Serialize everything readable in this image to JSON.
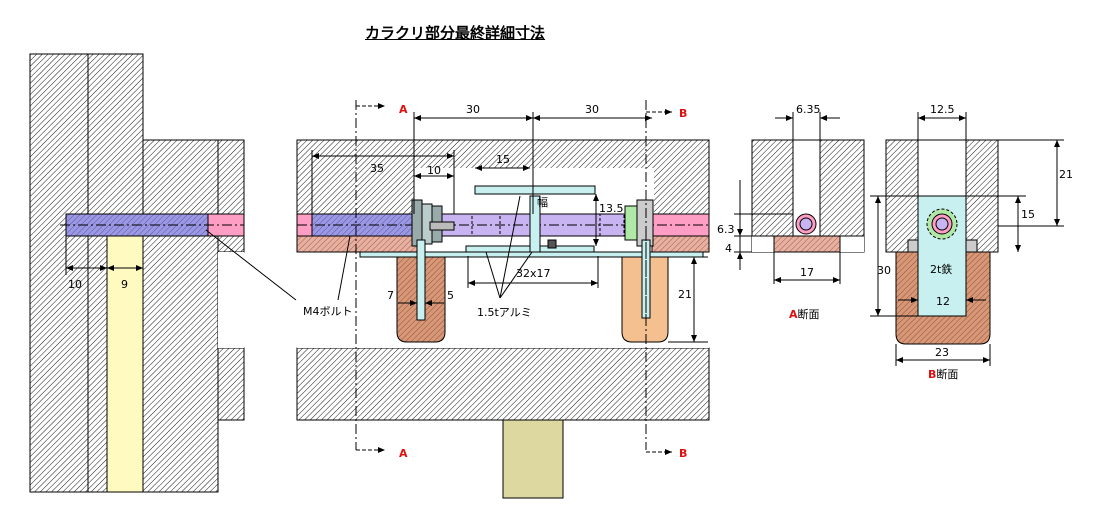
{
  "title": "カラクリ部分最終詳細寸法",
  "section_markers": {
    "a": "A",
    "b": "B"
  },
  "left_view": {
    "dim_left": "10",
    "dim_right": "9"
  },
  "center_view": {
    "dim_30_left": "30",
    "dim_30_right": "30",
    "dim_35": "35",
    "dim_10": "10",
    "dim_15": "15",
    "label_width": "幅",
    "dim_13_5": "13.5",
    "dim_32x17": "32x17",
    "dim_21": "21",
    "dim_7": "7",
    "dim_5": "5",
    "label_bolt": "M4ボルト",
    "label_aluminum": "1.5tアルミ"
  },
  "section_a": {
    "dim_6_35": "6.35",
    "dim_6_3": "6.3",
    "dim_4": "4",
    "dim_17": "17",
    "caption_letter": "A",
    "caption_text": "断面"
  },
  "section_b": {
    "dim_12_5": "12.5",
    "dim_21": "21",
    "dim_15": "15",
    "dim_30": "30",
    "label_steel": "2t鉄",
    "dim_12": "12",
    "dim_23": "23",
    "caption_letter": "B",
    "caption_text": "断面"
  },
  "colors": {
    "hatch": "#000000",
    "pink_rod": "#ff9ec4",
    "violet_rod": "#c8b4f0",
    "blue_rod": "#9c98e8",
    "cream_post": "#fffac0",
    "khaki_post": "#dcd8a0",
    "brown_block": "#d89878",
    "peach_block": "#f4c090",
    "cyan_plate": "#c8f0f0",
    "green_part": "#b0e8a8",
    "red_accent": "#e01010"
  }
}
